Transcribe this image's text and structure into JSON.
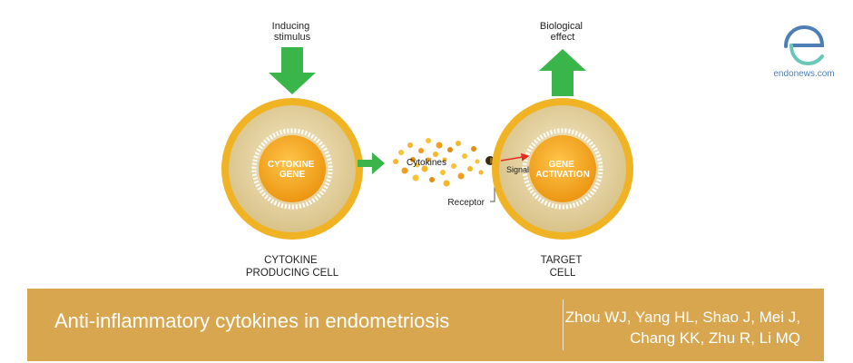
{
  "diagram": {
    "stimulus_label": [
      "Inducing",
      "stimulus"
    ],
    "effect_label": [
      "Biological",
      "effect"
    ],
    "producing_cell": {
      "nucleus_label": [
        "CYTOKINE",
        "GENE"
      ],
      "cell_label": [
        "CYTOKINE",
        "PRODUCING CELL"
      ]
    },
    "target_cell": {
      "nucleus_label": [
        "GENE",
        "ACTIVATION"
      ],
      "cell_label": [
        "TARGET",
        "CELL"
      ],
      "signal_label": "Signal"
    },
    "cytokines_label": "Cytokines",
    "receptor_label": "Receptor"
  },
  "logo": {
    "glyph": "e",
    "site": "endonews.com"
  },
  "caption": {
    "title": "Anti-inflammatory cytokines in endometriosis",
    "authors_line1": "Zhou WJ, Yang HL, Shao J, Mei J,",
    "authors_line2": "Chang KK, Zhu R, Li MQ"
  },
  "colors": {
    "arrow_green": "#39b54a",
    "cell_rim": "#f0b323",
    "cytoplasm": "#e8d6a4",
    "nucleus": "#f6a81e",
    "banner": "#d8a64f",
    "logo_blue": "#4d7fb6",
    "logo_teal": "#69c7b8"
  }
}
